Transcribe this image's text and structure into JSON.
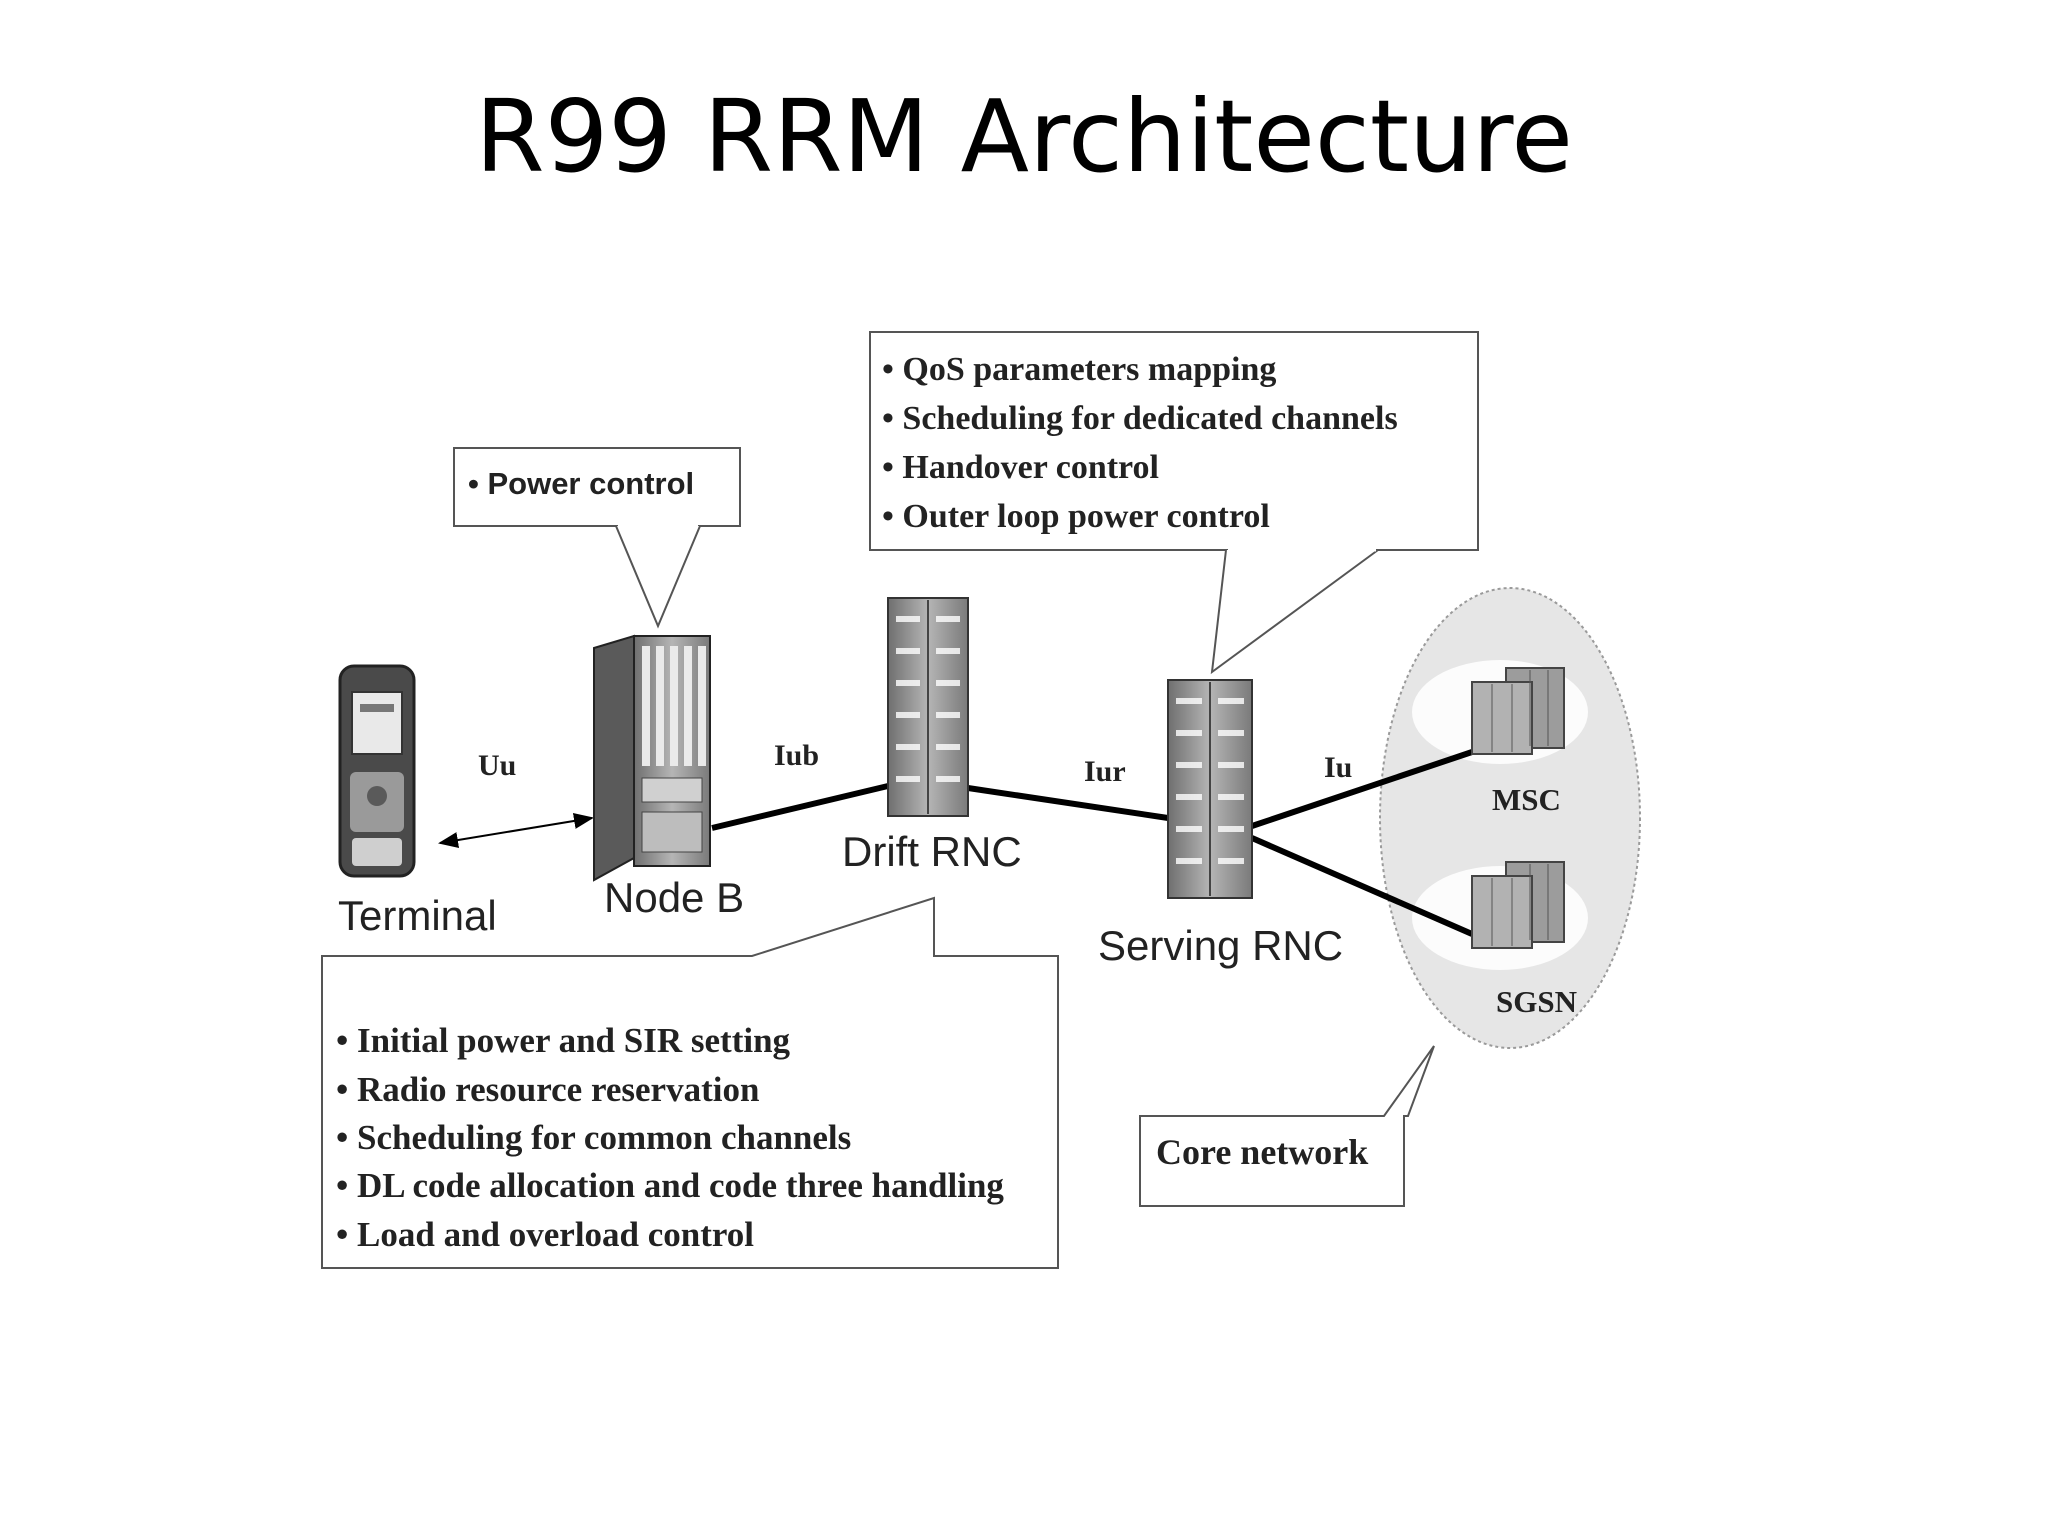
{
  "title": "R99 RRM Architecture",
  "nodes": {
    "terminal": "Terminal",
    "node_b": "Node B",
    "drift_rnc": "Drift RNC",
    "serving_rnc": "Serving RNC",
    "msc": "MSC",
    "sgsn": "SGSN"
  },
  "interfaces": {
    "uu": "Uu",
    "iub": "Iub",
    "iur": "Iur",
    "iu": "Iu"
  },
  "callouts": {
    "node_b": [
      "• Power control"
    ],
    "serving_rnc": [
      "•  QoS parameters mapping",
      "•  Scheduling for dedicated channels",
      "•  Handover control",
      "•  Outer loop power control"
    ],
    "drift_rnc": [
      "• Initial power and SIR setting",
      "• Radio resource reservation",
      "• Scheduling for common channels",
      "• DL code allocation and code three handling",
      "• Load and overload control"
    ],
    "core_network": [
      "Core network"
    ]
  },
  "colors": {
    "line": "#000000",
    "cabinet": "#8a8a8a",
    "cloud": "#e4e4e4"
  }
}
